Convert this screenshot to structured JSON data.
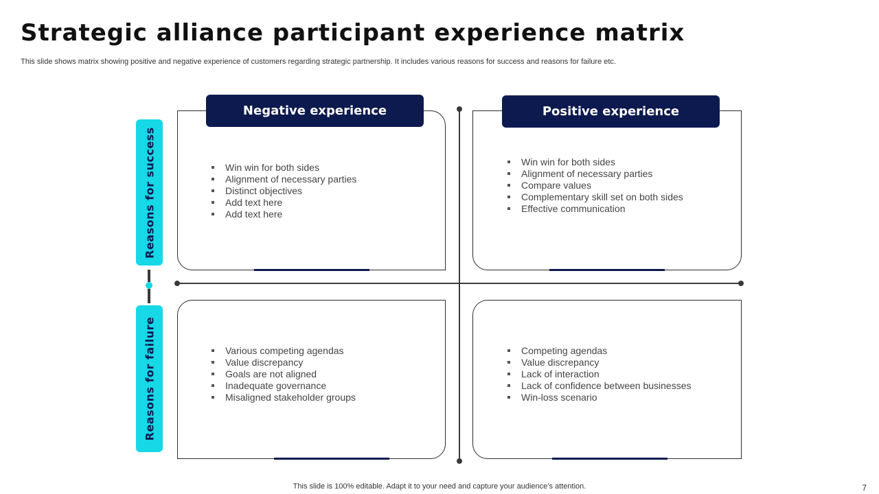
{
  "title": "Strategic alliance participant experience matrix",
  "subtitle": "This slide shows matrix showing positive and negative experience of customers regarding strategic partnership. It includes various  reasons for success and reasons for failure etc.",
  "headers": {
    "negative": "Negative experience",
    "positive": "Positive experience"
  },
  "side_labels": {
    "success": "Reasons for success",
    "failure": "Reasons for failure"
  },
  "quadrants": {
    "success_negative": [
      "Win win for both sides",
      "Alignment of necessary parties",
      "Distinct objectives",
      "Add text here",
      "Add text here"
    ],
    "success_positive": [
      "Win win for both sides",
      "Alignment of necessary parties",
      "Compare values",
      "Complementary skill set on both sides",
      "Effective communication"
    ],
    "failure_negative": [
      "Various competing agendas",
      "Value discrepancy",
      "Goals are not aligned",
      "Inadequate governance",
      "Misaligned stakeholder groups"
    ],
    "failure_positive": [
      "Competing agendas",
      "Value discrepancy",
      "Lack of interaction",
      "Lack of confidence between businesses",
      "Win-loss scenario"
    ]
  },
  "footer": "This slide is 100% editable. Adapt it to your need and capture your audience’s attention.",
  "page_number": "7",
  "colors": {
    "navy": "#0d1a4f",
    "cyan": "#16d8e6",
    "axis": "#3a3a3a"
  }
}
